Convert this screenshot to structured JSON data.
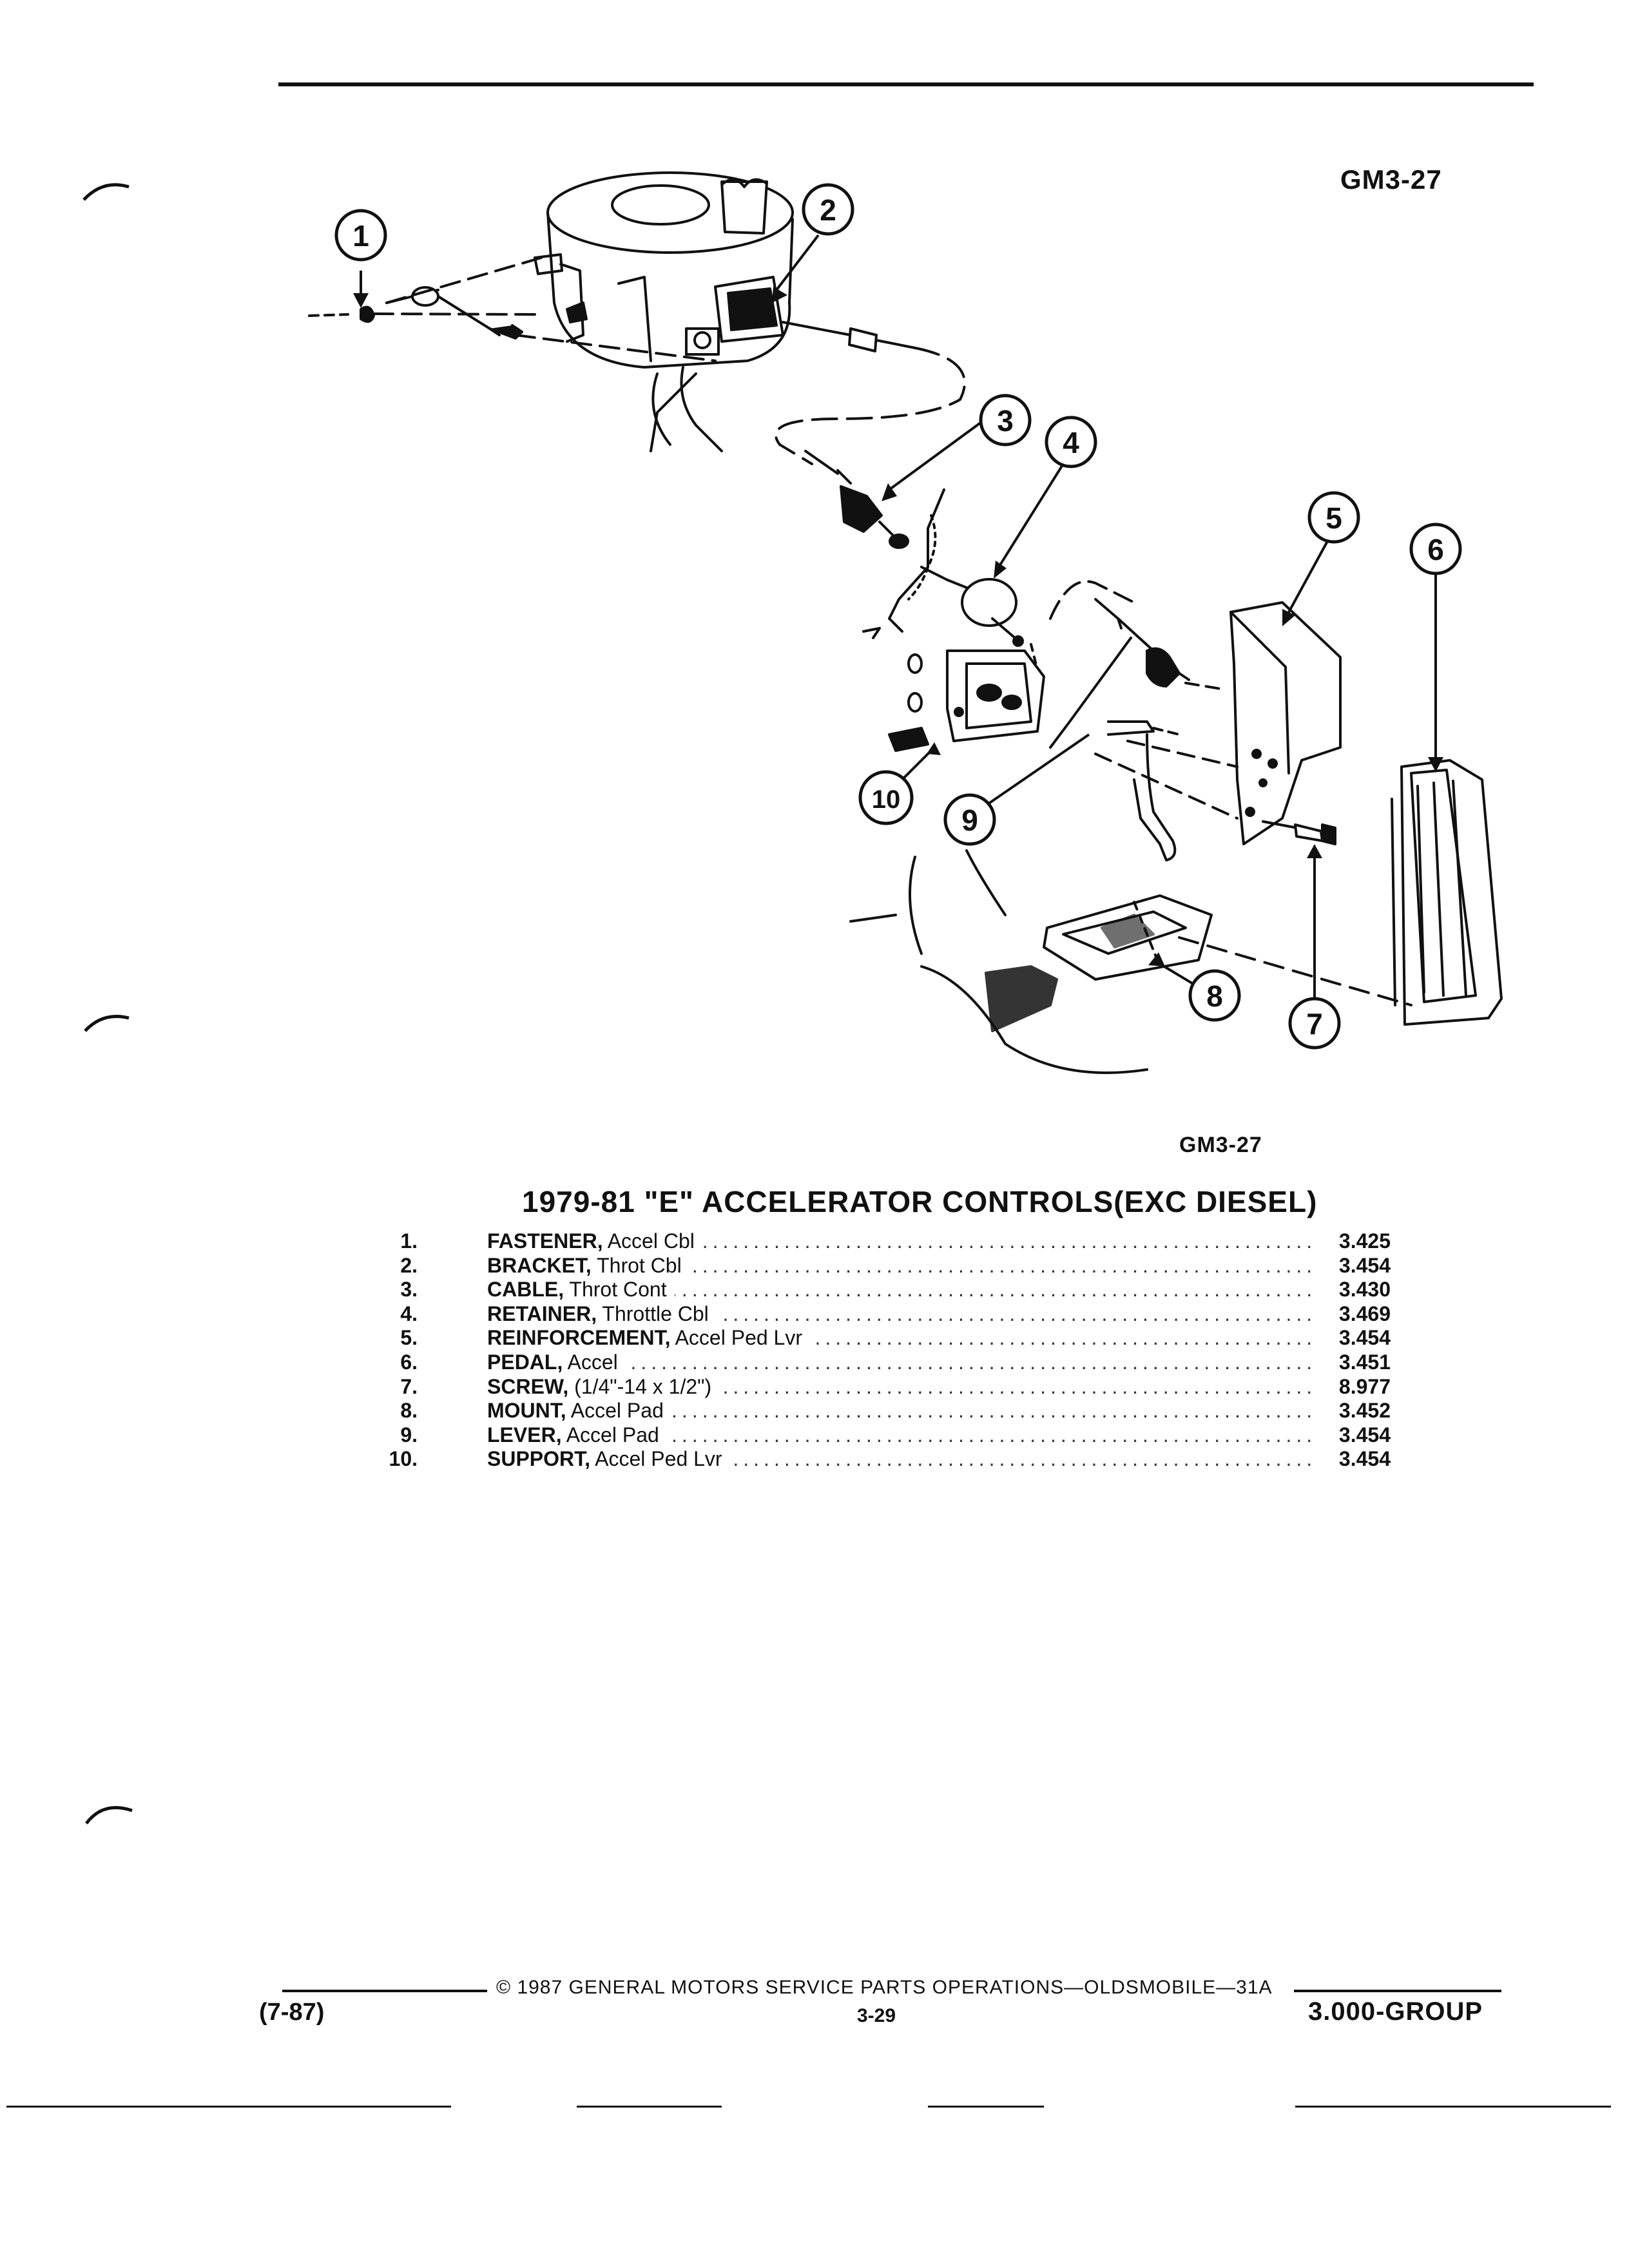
{
  "figure": {
    "id_top": "GM3-27",
    "id_bottom": "GM3-27",
    "callouts": [
      "1",
      "2",
      "3",
      "4",
      "5",
      "6",
      "7",
      "8",
      "9",
      "10"
    ]
  },
  "parts": {
    "title": "1979-81 \"E\" ACCELERATOR CONTROLS(EXC DIESEL)",
    "items": [
      {
        "num": "1.",
        "name": "FASTENER,",
        "desc": " Accel Cbl",
        "group": "3.425"
      },
      {
        "num": "2.",
        "name": "BRACKET,",
        "desc": " Throt Cbl",
        "group": "3.454"
      },
      {
        "num": "3.",
        "name": "CABLE,",
        "desc": " Throt Cont",
        "group": "3.430"
      },
      {
        "num": "4.",
        "name": "RETAINER,",
        "desc": " Throttle Cbl",
        "group": "3.469"
      },
      {
        "num": "5.",
        "name": "REINFORCEMENT,",
        "desc": " Accel Ped Lvr",
        "group": "3.454"
      },
      {
        "num": "6.",
        "name": "PEDAL,",
        "desc": " Accel",
        "group": "3.451"
      },
      {
        "num": "7.",
        "name": "SCREW,",
        "desc": " (1/4\"-14 x 1/2\")",
        "group": "8.977"
      },
      {
        "num": "8.",
        "name": "MOUNT,",
        "desc": " Accel Pad",
        "group": "3.452"
      },
      {
        "num": "9.",
        "name": "LEVER,",
        "desc": " Accel Pad",
        "group": "3.454"
      },
      {
        "num": "10.",
        "name": "SUPPORT,",
        "desc": " Accel Ped Lvr",
        "group": "3.454"
      }
    ]
  },
  "footer": {
    "copyright": "© 1987 GENERAL MOTORS SERVICE PARTS OPERATIONS—OLDSMOBILE—31A",
    "date": "(7-87)",
    "page": "3-29",
    "group": "3.000-GROUP"
  }
}
